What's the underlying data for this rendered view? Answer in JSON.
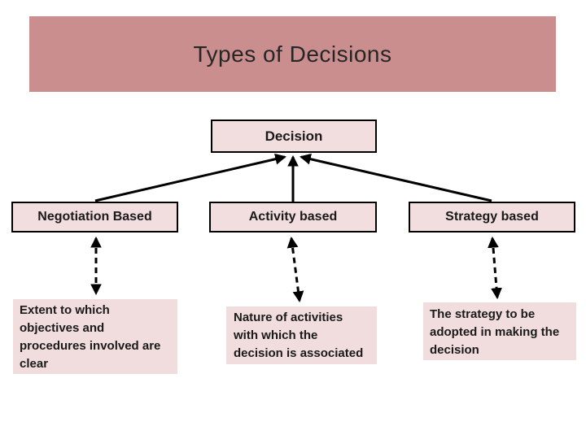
{
  "slide": {
    "title": "Types of Decisions",
    "root": {
      "label": "Decision"
    },
    "columns": [
      {
        "label": "Negotiation Based",
        "description": "Extent to which\nobjectives and\nprocedures involved are\nclear"
      },
      {
        "label": "Activity based",
        "description": "Nature of activities\nwith which the\ndecision is associated"
      },
      {
        "label": "Strategy based",
        "description": "The strategy to be\nadopted in making the\ndecision"
      }
    ],
    "colors": {
      "title_bar": "#ca8e8e",
      "node_fill": "#f2dede",
      "description_fill": "#f1dddd",
      "connector": "#000000",
      "text": "#1a1a1a"
    }
  }
}
